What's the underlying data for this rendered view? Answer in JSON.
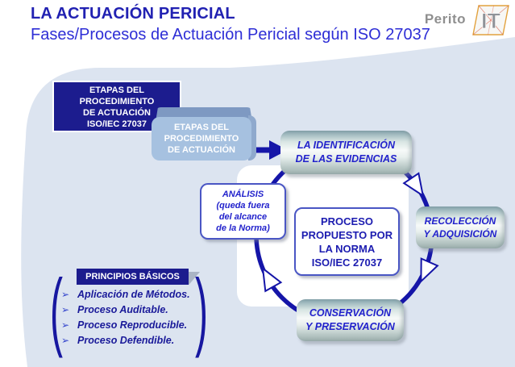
{
  "header": {
    "title": "LA ACTUACIÓN PERICIAL",
    "subtitle": "Fases/Procesos de Actuación Pericial según ISO 27037",
    "logo": {
      "brand": "Perito",
      "mark": "IT"
    }
  },
  "diagram": {
    "etapas_badge": {
      "lines": [
        "ETAPAS DEL",
        "PROCEDIMIENTO",
        "DE ACTUACIÓN",
        "ISO/IEC 27037"
      ]
    },
    "etapas_box3d": {
      "lines": [
        "ETAPAS DEL",
        "PROCEDIMIENTO",
        "DE ACTUACIÓN"
      ]
    },
    "stage_identificacion": {
      "lines": [
        "LA IDENTIFICACIÓN",
        "DE LAS EVIDENCIAS"
      ]
    },
    "stage_recoleccion": {
      "lines": [
        "RECOLECCIÓN",
        "Y ADQUISICIÓN"
      ]
    },
    "stage_conservacion": {
      "lines": [
        "CONSERVACIÓN",
        "Y PRESERVACIÓN"
      ]
    },
    "center_box": {
      "lines": [
        "PROCESO",
        "PROPUESTO POR",
        "LA NORMA",
        "ISO/IEC 27037"
      ]
    },
    "analisis_note": {
      "lines": [
        "ANÁLISIS",
        "(queda fuera",
        "del alcance",
        "de la Norma)"
      ]
    }
  },
  "principios": {
    "title": "PRINCIPIOS BÁSICOS",
    "bullet": "➢",
    "bracket_open": "(",
    "bracket_close": ")",
    "items": [
      "Aplicación de Métodos.",
      "Proceso Auditable.",
      "Proceso Reproducible.",
      "Proceso Defendible."
    ]
  },
  "colors": {
    "background_panel": "#dce4f0",
    "navy_fill": "#1c1c8e",
    "cycle_stroke": "#1515a8",
    "title_blue": "#2121b2",
    "subtitle_blue": "#2e2ed6",
    "stage_text_blue": "#2222cc",
    "box3d_face": "#a6c1e0",
    "logo_orange": "#e2a23e"
  }
}
